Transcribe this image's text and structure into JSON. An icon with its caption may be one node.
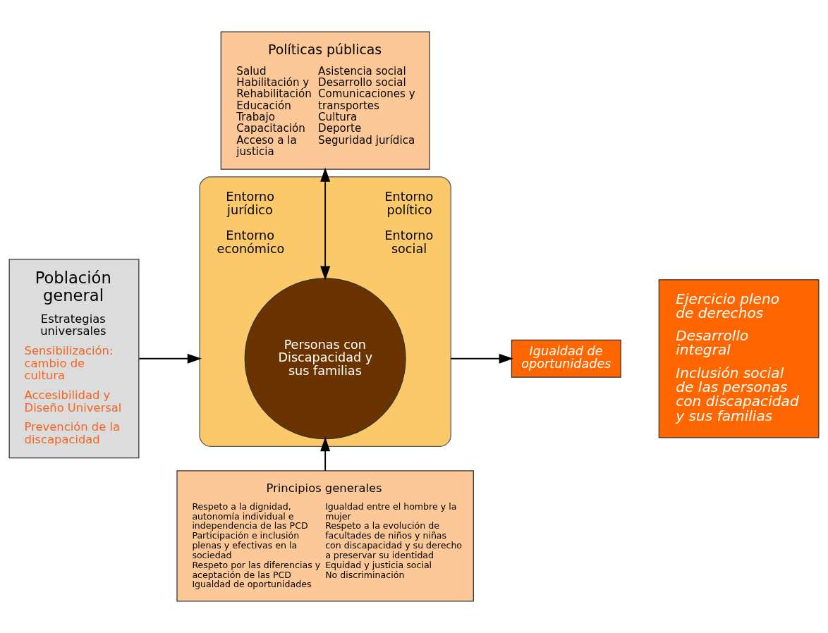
{
  "diagram": {
    "nodes": [
      {
        "text": [
          "Políticas públicas",
          "Salud",
          "Habilitación y Rehabilitación",
          "Educación",
          "Trabajo",
          "Capacitación",
          "Acceso a la justicia",
          "Asistencia social",
          "Desarrollo social",
          "Comunicaciones y transportes",
          "Cultura",
          "Deporte",
          "Seguridad jurídica"
        ]
      },
      {
        "text": [
          "Población general",
          "Estrategias universales",
          "Sensibilización: cambio de cultura",
          "Accesibilidad y Diseño Universal",
          "Prevención de la discapacidad"
        ]
      },
      {
        "text": [
          "Entorno jurídico",
          "Entorno político",
          "Entorno económico",
          "Entorno social"
        ]
      },
      {
        "text": [
          "Personas con Discapacidad y sus familias"
        ],
        "in": 2
      },
      {
        "text": [
          "Igualdad de oportunidades"
        ]
      },
      {
        "text": [
          "Ejercicio pleno de derechos",
          "Desarrollo integral",
          "Inclusión social de las personas con discapacidad y sus familias"
        ]
      },
      {
        "text": [
          "Principios generales",
          "Respeto a la dignidad, autonomía individual e independencia de las PCD",
          "Participación e inclusión plenas y efectivas en la sociedad",
          "Respeto por las diferencias y aceptación de las PCD",
          "Igualdad de oportunidades",
          "Igualdad entre el hombre y la mujer",
          "Respeto a la evolución de facultades de niños y niñas con discapacidad y su derecho a preservar su identidad",
          "Equidad y justicia social",
          "No discriminación"
        ]
      }
    ],
    "edges": [
      {
        "from": 1,
        "to": 2,
        "arrow": "to"
      },
      {
        "from": 0,
        "to": 3,
        "arrow": "both"
      },
      {
        "from": 6,
        "to": 3,
        "arrow": "to"
      },
      {
        "from": 2,
        "to": 4,
        "arrow": "to"
      }
    ]
  }
}
